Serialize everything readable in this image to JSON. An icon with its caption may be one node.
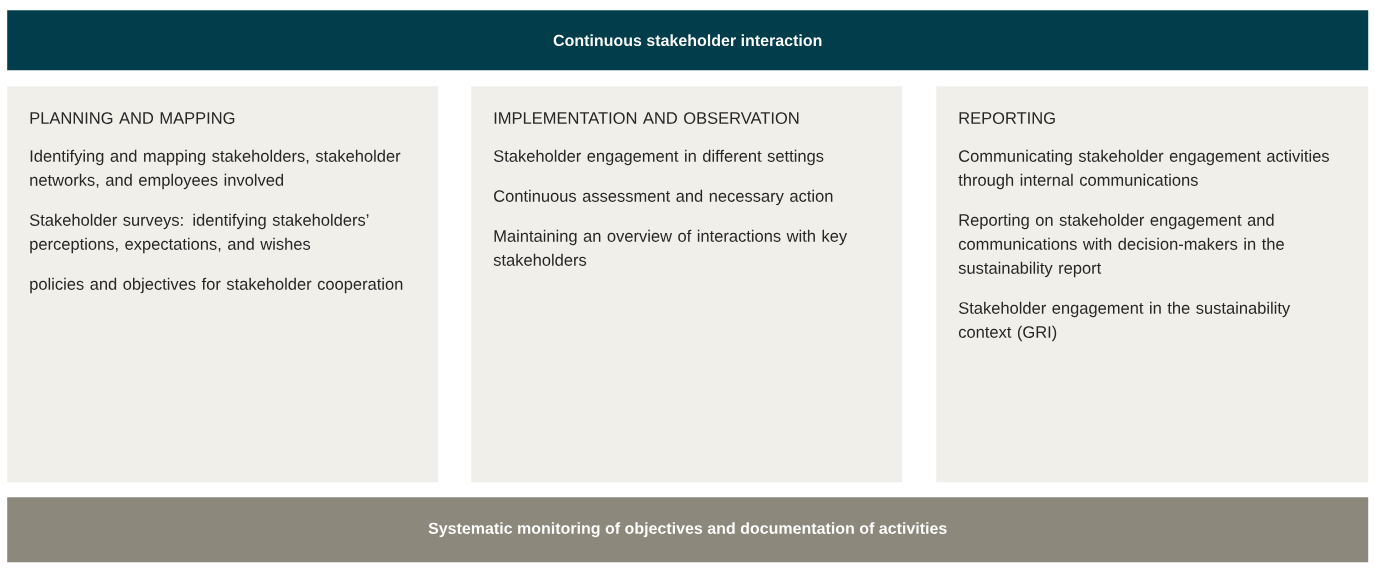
{
  "diagram": {
    "nodes": [
      {
        "text": [
          "Continuous stakeholder interaction"
        ]
      },
      {
        "text": [
          "PLANNING AND MAPPING",
          "Identifying and mapping stakeholders, stakeholder networks, and employees involved",
          "Stakeholder surveys: identifying stakeholders’ perceptions, expectations, and wishes",
          "policies and objectives for stakeholder cooperation"
        ]
      },
      {
        "text": [
          "IMPLEMENTATION AND OBSERVATION",
          "Stakeholder engagement in different settings",
          "Continuous assessment and necessary action",
          "Maintaining an overview of interactions with key stakeholders"
        ]
      },
      {
        "text": [
          "REPORTING",
          "Communicating stakeholder engagement activities through internal communications",
          "Reporting on stakeholder engagement and communications with decision-makers in the sustainability report",
          "Stakeholder engagement in the sustainability context (GRI)"
        ]
      },
      {
        "text": [
          "Systematic monitoring of objectives and documentation of activities"
        ]
      }
    ]
  }
}
